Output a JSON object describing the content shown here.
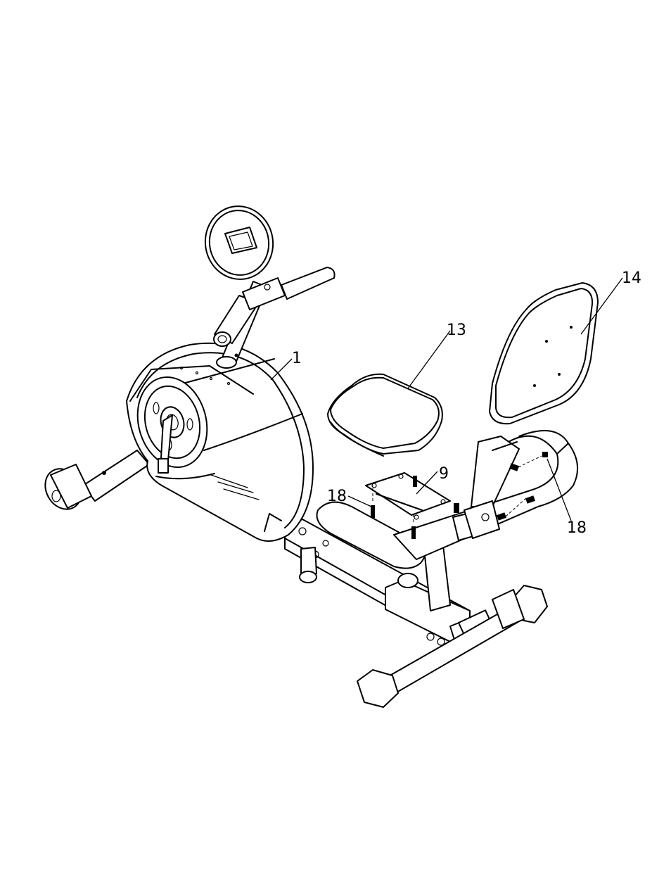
{
  "diagram": {
    "type": "exploded-assembly-view",
    "callouts": [
      {
        "id": "callout-1",
        "label": "1"
      },
      {
        "id": "callout-9",
        "label": "9"
      },
      {
        "id": "callout-13",
        "label": "13"
      },
      {
        "id": "callout-14",
        "label": "14"
      },
      {
        "id": "callout-18a",
        "label": "18"
      },
      {
        "id": "callout-18b",
        "label": "18"
      }
    ]
  }
}
